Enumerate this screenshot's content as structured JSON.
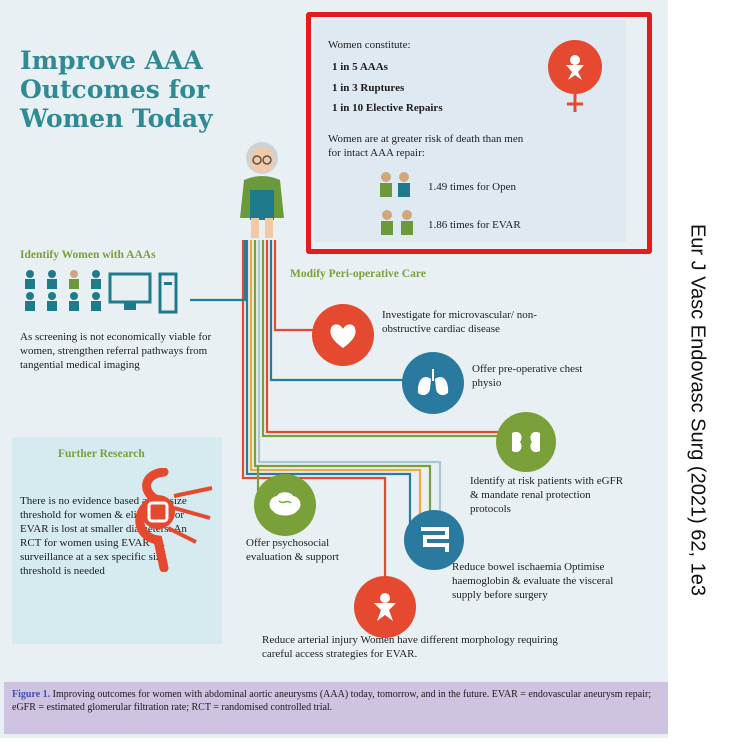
{
  "title": "Improve AAA Outcomes for Women Today",
  "top_box": {
    "intro": "Women constitute:",
    "stats": [
      "1 in 5 AAAs",
      "1 in 3 Ruptures",
      "1 in 10 Elective Repairs"
    ],
    "risk_text": "Women are at greater risk of death than men for intact AAA repair:",
    "risk_items": [
      "1.49 times for Open",
      "1.86 times for EVAR"
    ]
  },
  "identify": {
    "heading": "Identify Women with AAAs",
    "text": "As screening is not economically viable for women, strengthen referral pathways from tangential medical imaging"
  },
  "modify": {
    "heading": "Modify Peri-operative Care",
    "items": [
      "Investigate for microvascular/ non-obstructive cardiac disease",
      "Offer pre-operative chest physio",
      "Identify at risk patients with eGFR & mandate renal protection protocols",
      "Reduce bowel ischaemia Optimise haemoglobin & evaluate the visceral supply before surgery",
      "Offer psychosocial evaluation & support",
      "Reduce arterial injury Women have different morphology requiring careful access strategies for EVAR."
    ]
  },
  "further_research": {
    "heading": "Further Research",
    "text": "There is no evidence based aortic size threshold for women & eligibility for EVAR is lost at smaller diameters. An RCT for women using EVAR vs. surveillance at a sex specific size threshold is needed"
  },
  "caption": {
    "label": "Figure 1.",
    "text": "Improving outcomes for women with abdominal aortic aneurysms (AAA) today, tomorrow, and in the future. EVAR = endovascular aneurysm repair; eGFR = estimated glomerular filtration rate; RCT = randomised controlled trial."
  },
  "citation": "Eur J Vasc Endovasc Surg (2021) 62, 1e3",
  "colors": {
    "teal": "#2f8a94",
    "red": "#e5492f",
    "green": "#7aa03a",
    "blue": "#2a7aa0",
    "purple": "#cfc3e2",
    "frame": "#e21c1c"
  },
  "icons": [
    "female-icon",
    "woman-avatar-icon",
    "people-icon",
    "computer-icon",
    "heart-icon",
    "lungs-icon",
    "kidney-icon",
    "bowel-icon",
    "brain-icon",
    "artery-icon",
    "aorta-icon"
  ]
}
